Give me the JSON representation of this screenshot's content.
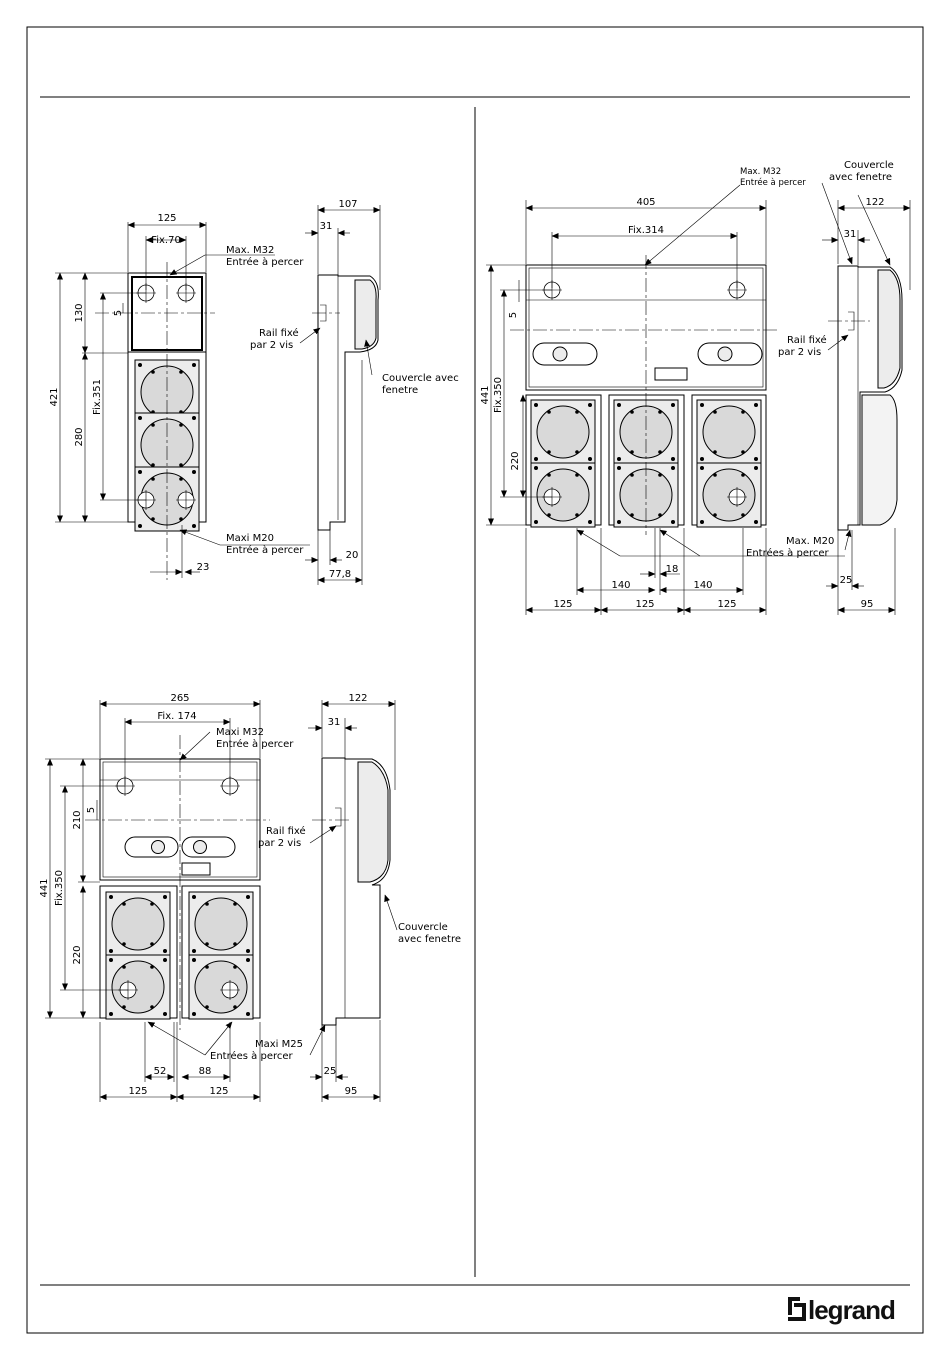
{
  "brand": {
    "name": "legrand"
  },
  "drawing_a": {
    "dims": {
      "w": "125",
      "fix_w": "Fix.70",
      "h_total": "421",
      "h_top": "130",
      "h_bot": "280",
      "fix_h": "Fix.351",
      "gap": "5",
      "bottom_off": "23",
      "depth": "107",
      "depth_top": "31",
      "depth_bottom": "77,8",
      "depth_low": "20"
    },
    "labels": {
      "top_entry_1": "Max. M32",
      "top_entry_2": "Entrée à percer",
      "rail_1": "Rail fixé",
      "rail_2": "par 2 vis",
      "cover_1": "Couvercle avec",
      "cover_2": "fenetre",
      "bot_entry_1": "Maxi M20",
      "bot_entry_2": "Entrée à percer"
    }
  },
  "drawing_b": {
    "dims": {
      "w": "405",
      "fix_w": "Fix.314",
      "h_total": "441",
      "fix_h": "Fix.350",
      "gap": "5",
      "h_bot": "220",
      "pitch_1": "140",
      "pitch_2": "140",
      "mid": "18",
      "col_1": "125",
      "col_2": "125",
      "col_3": "125",
      "depth": "122",
      "depth_top": "31",
      "depth_bot": "25",
      "depth_low": "95"
    },
    "labels": {
      "top_entry_1": "Max. M32",
      "top_entry_2": "Entrée à percer",
      "cover_1": "Couvercle",
      "cover_2": "avec fenetre",
      "rail_1": "Rail fixé",
      "rail_2": "par 2 vis",
      "bot_entry_1": "Max. M20",
      "bot_entry_2": "Entrées à percer"
    }
  },
  "drawing_c": {
    "dims": {
      "w": "265",
      "fix_w": "Fix. 174",
      "h_total": "441",
      "fix_h": "Fix.350",
      "h_top": "210",
      "gap": "5",
      "h_bot": "220",
      "off": "52",
      "pitch": "88",
      "col_1": "125",
      "col_2": "125",
      "depth": "122",
      "depth_top": "31",
      "depth_bot": "25",
      "depth_low": "95"
    },
    "labels": {
      "top_entry_1": "Maxi M32",
      "top_entry_2": "Entrée à percer",
      "rail_1": "Rail fixé",
      "rail_2": "par 2 vis",
      "cover_1": "Couvercle",
      "cover_2": "avec fenetre",
      "bot_entry_1": "Maxi M25",
      "bot_entry_2": "Entrées à percer"
    }
  }
}
